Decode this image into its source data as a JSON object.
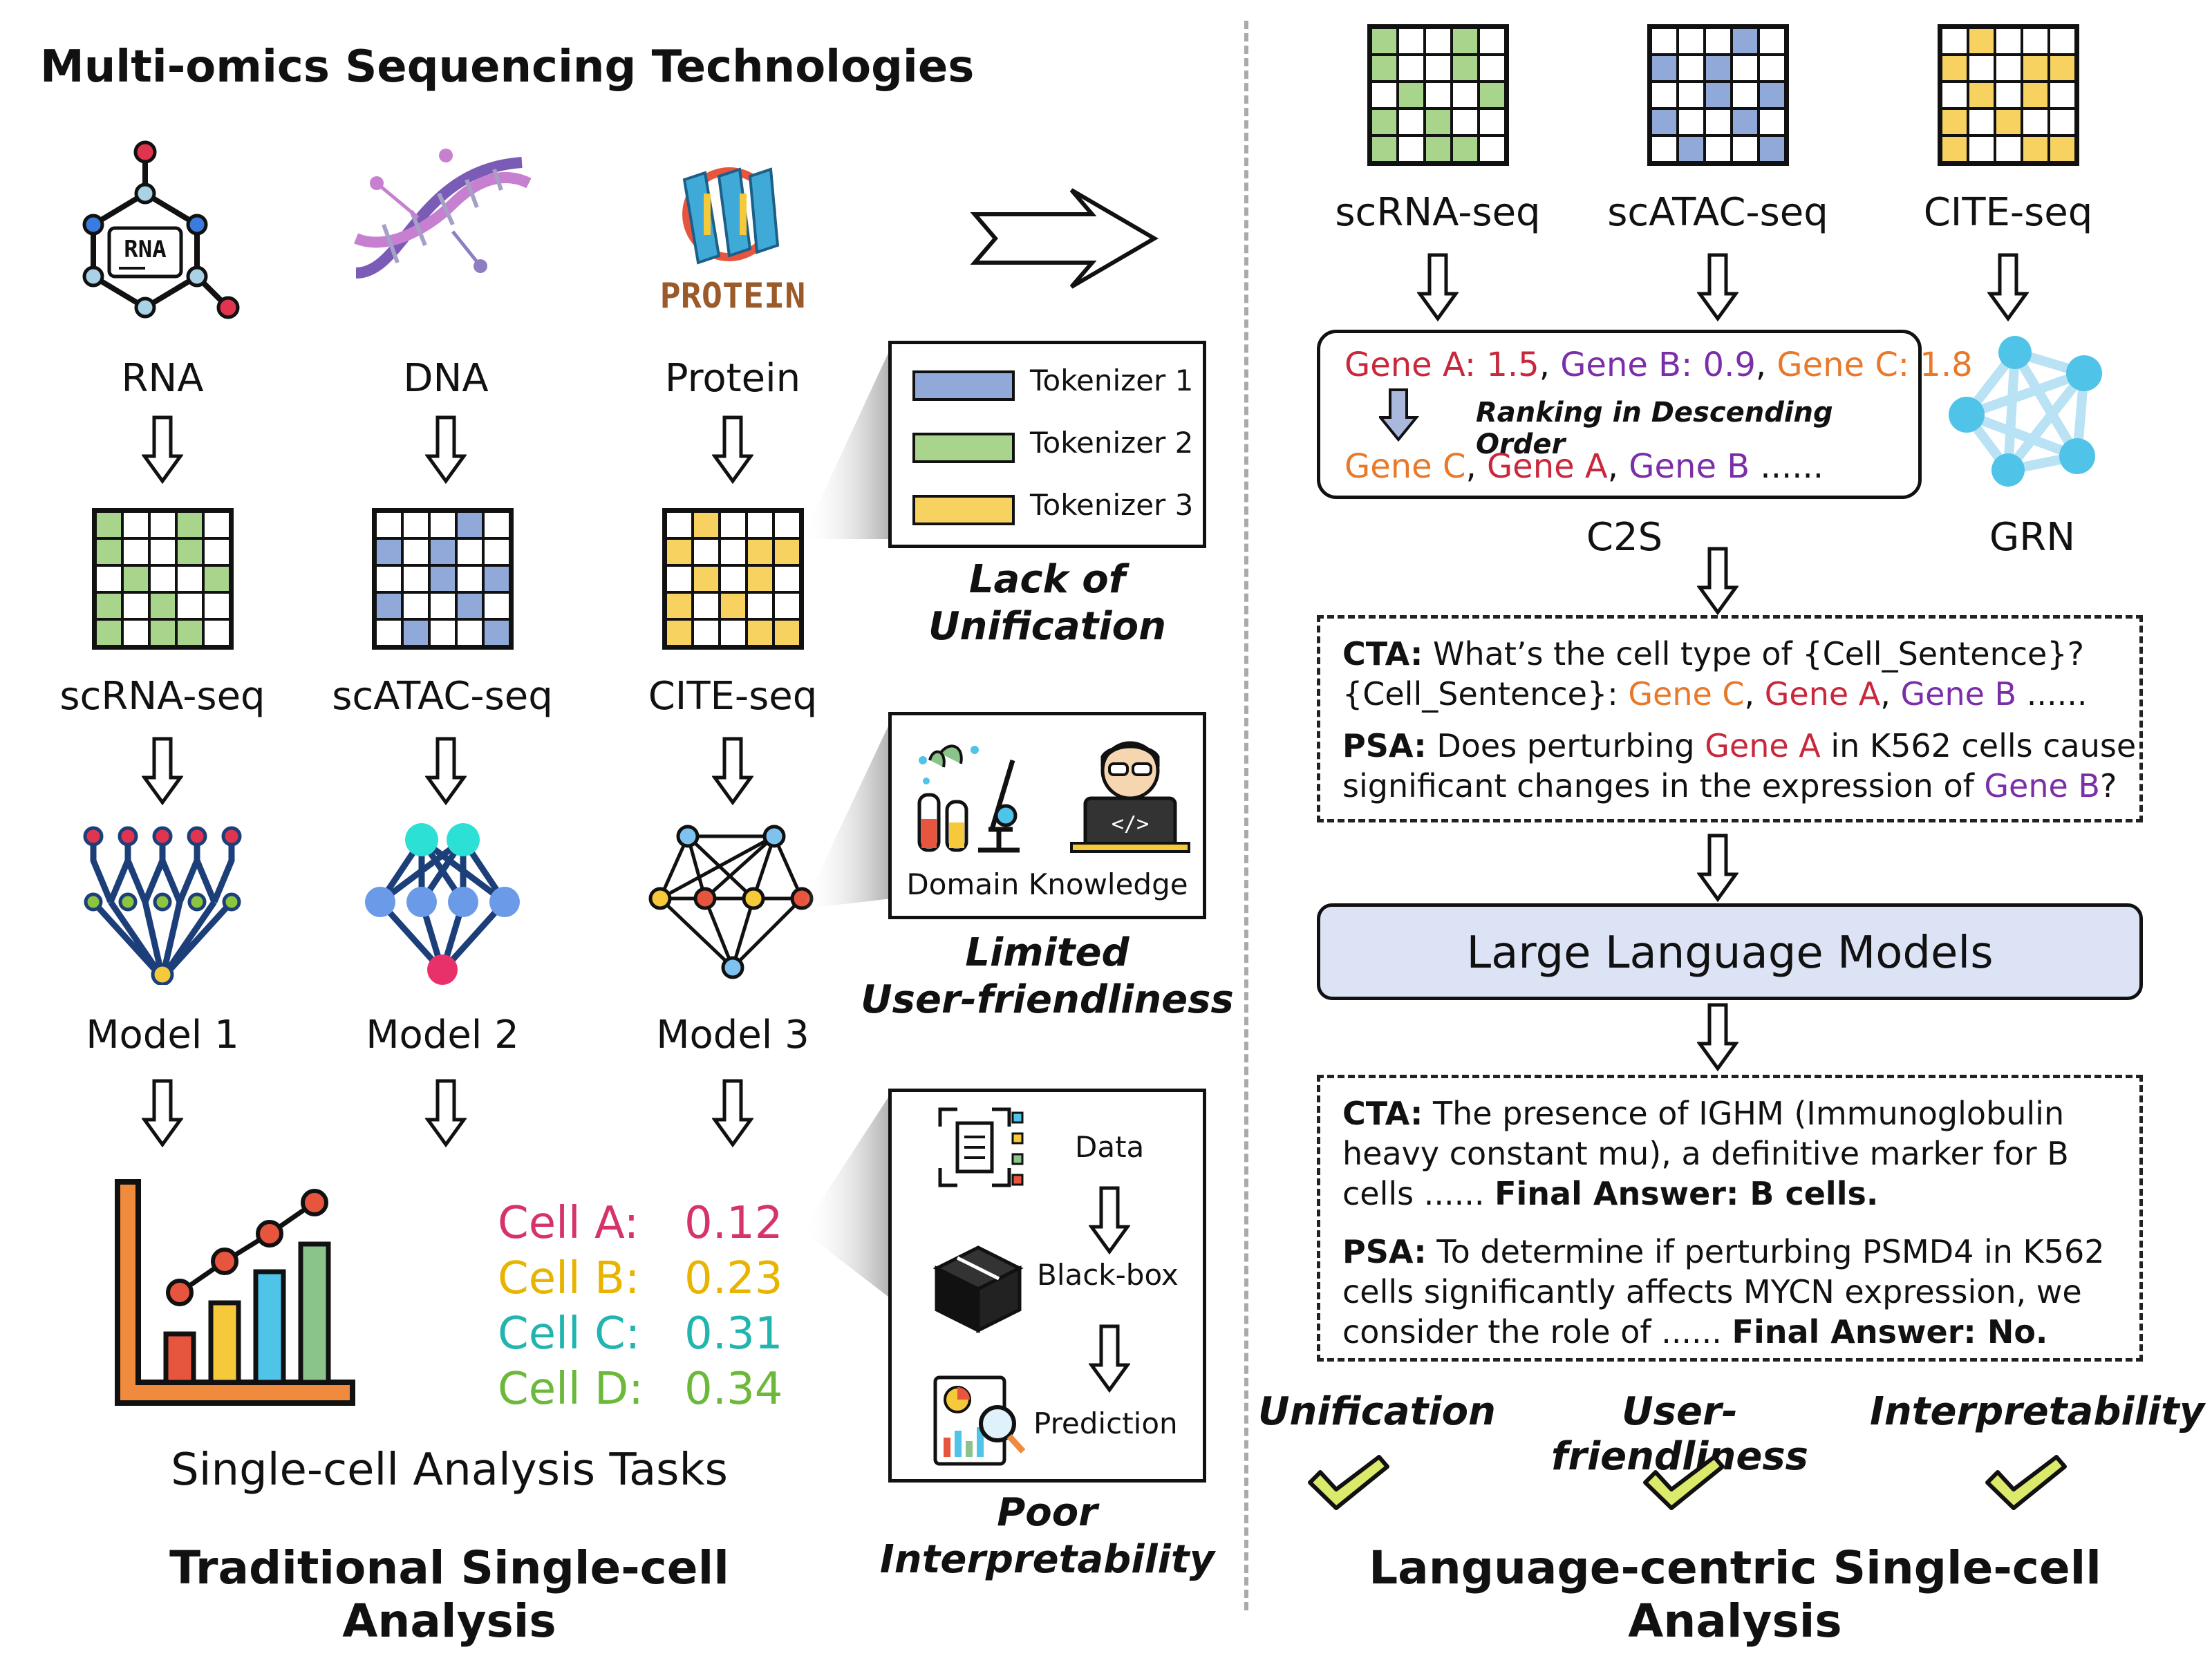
{
  "left": {
    "section_title": "Multi-omics Sequencing Technologies",
    "omics": [
      {
        "name": "RNA",
        "icon_text": "RNA",
        "seq": "scRNA-seq",
        "model": "Model 1"
      },
      {
        "name": "DNA",
        "seq": "scATAC-seq",
        "model": "Model 2"
      },
      {
        "name": "Protein",
        "icon_text": "PROTEIN",
        "seq": "CITE-seq",
        "model": "Model 3"
      }
    ],
    "tasks_label": "Single-cell Analysis Tasks",
    "cells": [
      {
        "label": "Cell A:",
        "value": "0.12"
      },
      {
        "label": "Cell B:",
        "value": "0.23"
      },
      {
        "label": "Cell C:",
        "value": "0.31"
      },
      {
        "label": "Cell D:",
        "value": "0.34"
      }
    ],
    "footer": "Traditional Single-cell Analysis"
  },
  "middle": {
    "tokenizers": [
      "Tokenizer 1",
      "Tokenizer 2",
      "Tokenizer 3"
    ],
    "problem1": [
      "Lack of",
      "Unification"
    ],
    "domain_knowledge": "Domain Knowledge",
    "problem2": [
      "Limited",
      "User-friendliness"
    ],
    "interp_steps": [
      "Data",
      "Black-box",
      "Prediction"
    ],
    "problem3": [
      "Poor",
      "Interpretability"
    ]
  },
  "right": {
    "seqs": [
      "scRNA-seq",
      "scATAC-seq",
      "CITE-seq"
    ],
    "c2s": {
      "gene_a": "Gene A: 1.5",
      "gene_b": "Gene B: 0.9",
      "gene_c": "Gene C: 1.8",
      "sep": ",",
      "ranking": "Ranking in Descending Order",
      "ranked_c": "Gene C",
      "ranked_a": "Gene A",
      "ranked_b": "Gene B",
      "ellipsis": " ......"
    },
    "c2s_label": "C2S",
    "grn_label": "GRN",
    "prompt": {
      "cta_key": "CTA:",
      "cta_q": " What’s the cell type of {Cell_Sentence}?",
      "cs_key": "{Cell_Sentence}: ",
      "gene_c": "Gene C",
      "gene_a": "Gene A",
      "gene_b": "Gene B",
      "ellipsis": " ......",
      "psa_key": "PSA:",
      "psa_q1": " Does perturbing ",
      "psa_gene_a": "Gene A",
      "psa_q2": " in K562 cells cause",
      "psa_q3": "significant changes in the expression of ",
      "psa_gene_b": "Gene B",
      "psa_q4": "?"
    },
    "llm": "Large Language Models",
    "answer": {
      "cta_key": "CTA:",
      "cta_1": " The presence of IGHM (Immunoglobulin",
      "cta_2": "heavy constant mu), a definitive marker for B",
      "cta_3": "cells ...... ",
      "cta_final": "Final Answer: B cells.",
      "psa_key": "PSA:",
      "psa_1": " To determine if perturbing PSMD4 in K562",
      "psa_2": "cells significantly affects MYCN expression, we",
      "psa_3": "consider the role of ...... ",
      "psa_final": "Final Answer: No."
    },
    "benefits": [
      "Unification",
      "User-friendliness",
      "Interpretability"
    ],
    "footer": "Language-centric Single-cell Analysis"
  },
  "colors": {
    "blue": "#91a9d9",
    "green": "#a8d48c",
    "yellow": "#f7d260",
    "llm_fill": "#dbe3f5"
  }
}
